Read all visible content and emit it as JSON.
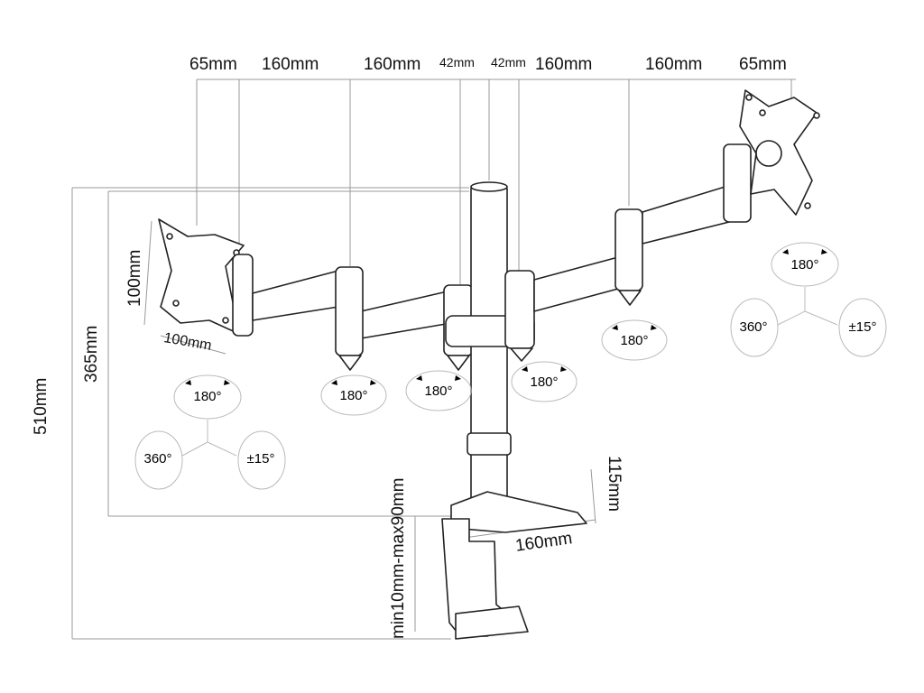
{
  "dimensions": {
    "top": [
      "65mm",
      "160mm",
      "160mm",
      "42mm",
      "42mm",
      "160mm",
      "160mm",
      "65mm"
    ],
    "left_height_total": "510mm",
    "left_height_arm": "365mm",
    "vesa_vertical": "100mm",
    "vesa_horizontal": "100mm",
    "clamp_range": "min10mm-max90mm",
    "base_depth": "115mm",
    "base_width": "160mm"
  },
  "rotations": {
    "left_head": {
      "tilt": "180°",
      "swivel": "360°",
      "rotate": "±15°"
    },
    "right_head": {
      "tilt": "180°",
      "swivel": "360°",
      "rotate": "±15°"
    },
    "joints": [
      "180°",
      "180°",
      "180°",
      "180°"
    ]
  }
}
